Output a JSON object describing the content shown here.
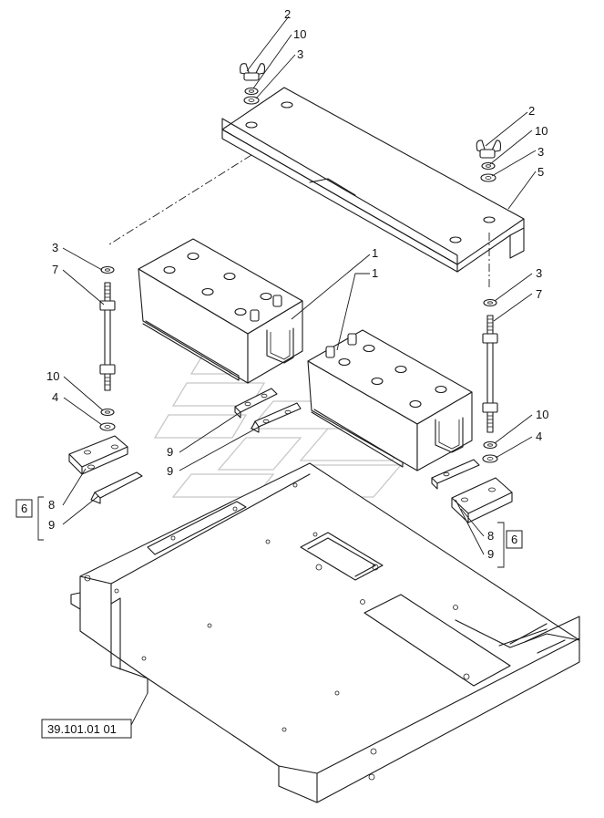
{
  "callouts": {
    "c2_left": "2",
    "c10_left": "10",
    "c3_left": "3",
    "c2_right": "2",
    "c10_right": "10",
    "c3_right": "3",
    "c5": "5",
    "c1_upper": "1",
    "c1_lower": "1",
    "c3_rod_left": "3",
    "c7_left": "7",
    "c10_rod_left": "10",
    "c4_left": "4",
    "c3_rod_right": "3",
    "c7_right": "7",
    "c10_rod_right": "10",
    "c4_right": "4",
    "c9_mid_upper": "9",
    "c9_mid_lower": "9",
    "c8_left": "8",
    "c9_left": "9",
    "c8_right": "8",
    "c9_right": "9"
  },
  "group_boxes": {
    "left": "6",
    "right": "6"
  },
  "reference_label": "39.101.01 01"
}
